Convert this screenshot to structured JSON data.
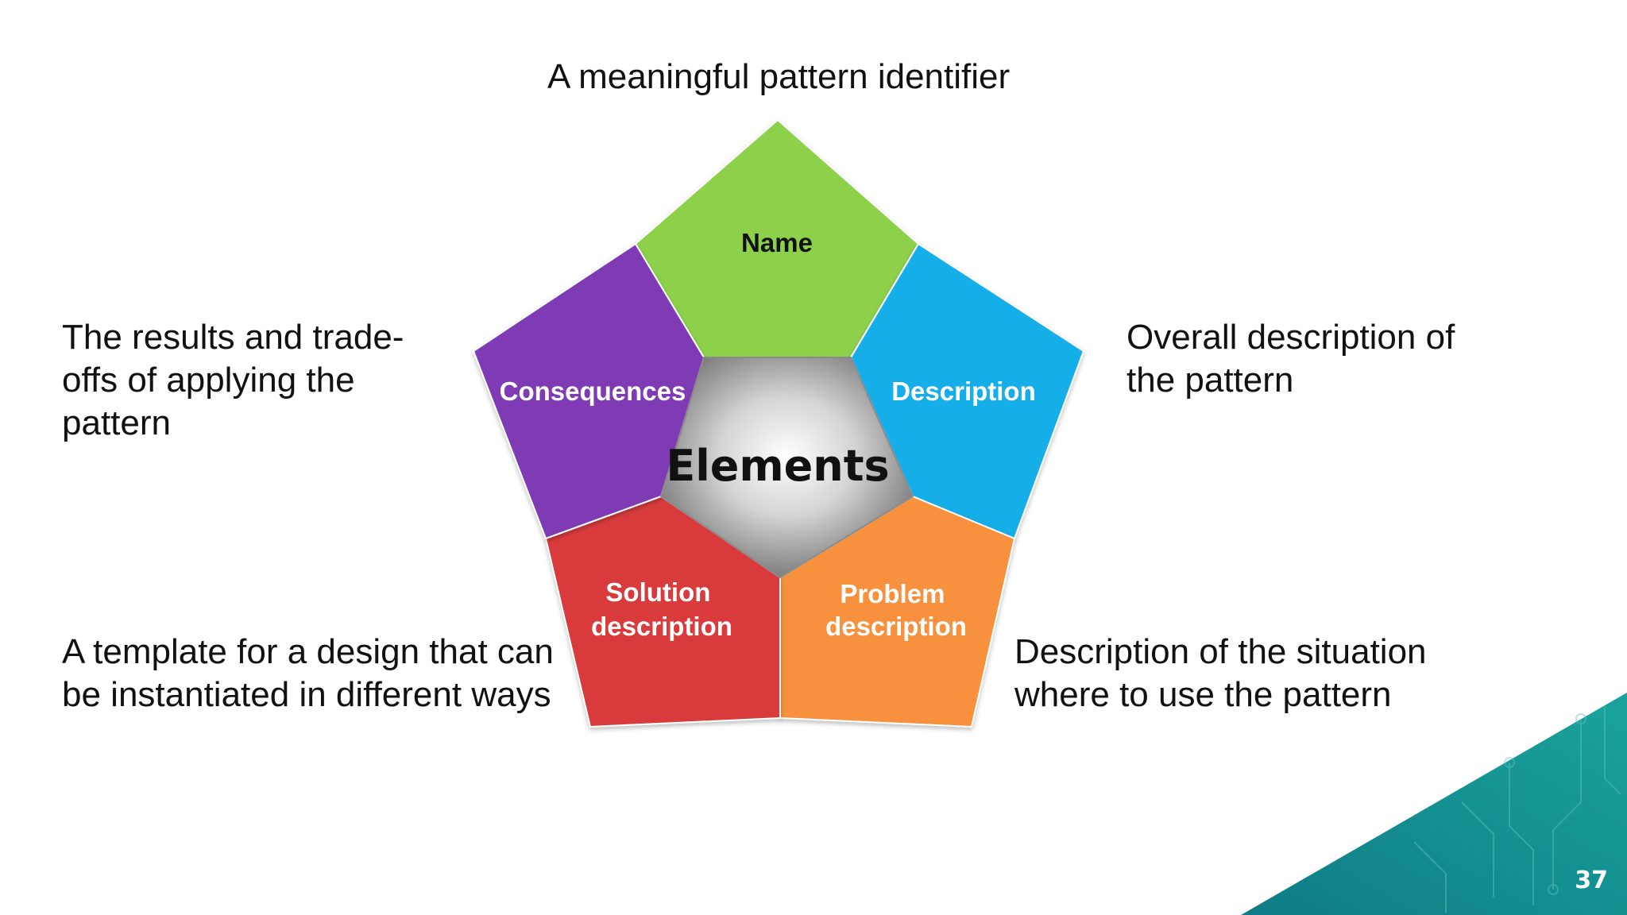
{
  "slide": {
    "page_number": "37"
  },
  "diagram": {
    "center": "Elements",
    "segments": [
      {
        "label_lines": [
          "Name"
        ],
        "description": "A meaningful pattern identifier",
        "color": "#8dd14b"
      },
      {
        "label_lines": [
          "Description"
        ],
        "description": "Overall description of the pattern",
        "color": "#15aee8"
      },
      {
        "label_lines": [
          "Problem",
          "description"
        ],
        "description": "Description of the situation where to use the pattern",
        "color": "#f7913d"
      },
      {
        "label_lines": [
          "Solution",
          "description"
        ],
        "description": "A template for a design that can be instantiated in different ways",
        "color": "#d93a3d"
      },
      {
        "label_lines": [
          "Consequences"
        ],
        "description": "The results and trade-offs of applying the pattern",
        "color": "#7f3bb3"
      }
    ]
  },
  "theme": {
    "corner_color": "#13868d"
  }
}
